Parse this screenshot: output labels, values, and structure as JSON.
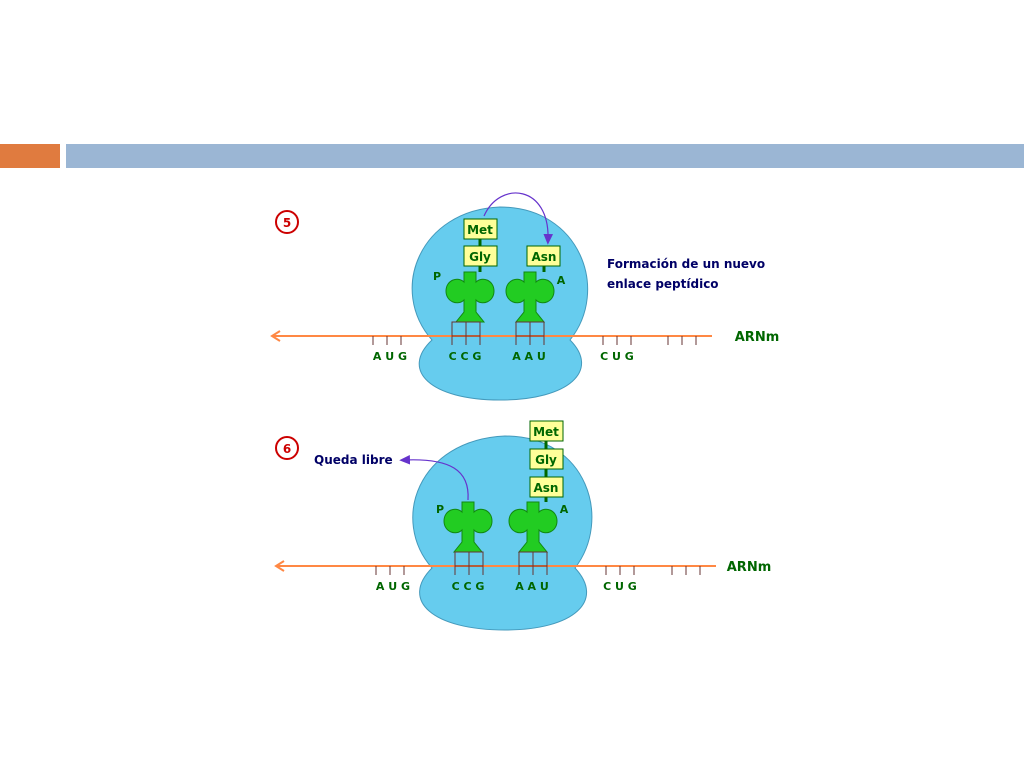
{
  "slide": {
    "accent_color": "#E07B3F",
    "header_bar_color": "#9BB6D4"
  },
  "colors": {
    "ribosome": "#66CCEE",
    "trna": "#22CC22",
    "mrna_line": "#FF8844",
    "label_box": "#FFFF99",
    "codon_text": "#006600",
    "caption_text": "#000066",
    "step_circle": "#CC0000",
    "arrow": "#6633CC"
  },
  "step5": {
    "number": "5",
    "site_p": "P",
    "site_a": "A",
    "aa_met": "Met",
    "aa_gly": "Gly",
    "aa_asn": "Asn",
    "caption_line1": "Formación de un nuevo",
    "caption_line2": "enlace peptídico",
    "mrna_label": "ARNm",
    "codons": [
      "A U G",
      "C C G",
      "A A U",
      "C U G"
    ]
  },
  "step6": {
    "number": "6",
    "site_p": "P",
    "site_a": "A",
    "aa_met": "Met",
    "aa_gly": "Gly",
    "aa_asn": "Asn",
    "release_label": "Queda libre",
    "mrna_label": "ARNm",
    "codons": [
      "A U G",
      "C C G",
      "A A U",
      "C U G"
    ]
  }
}
